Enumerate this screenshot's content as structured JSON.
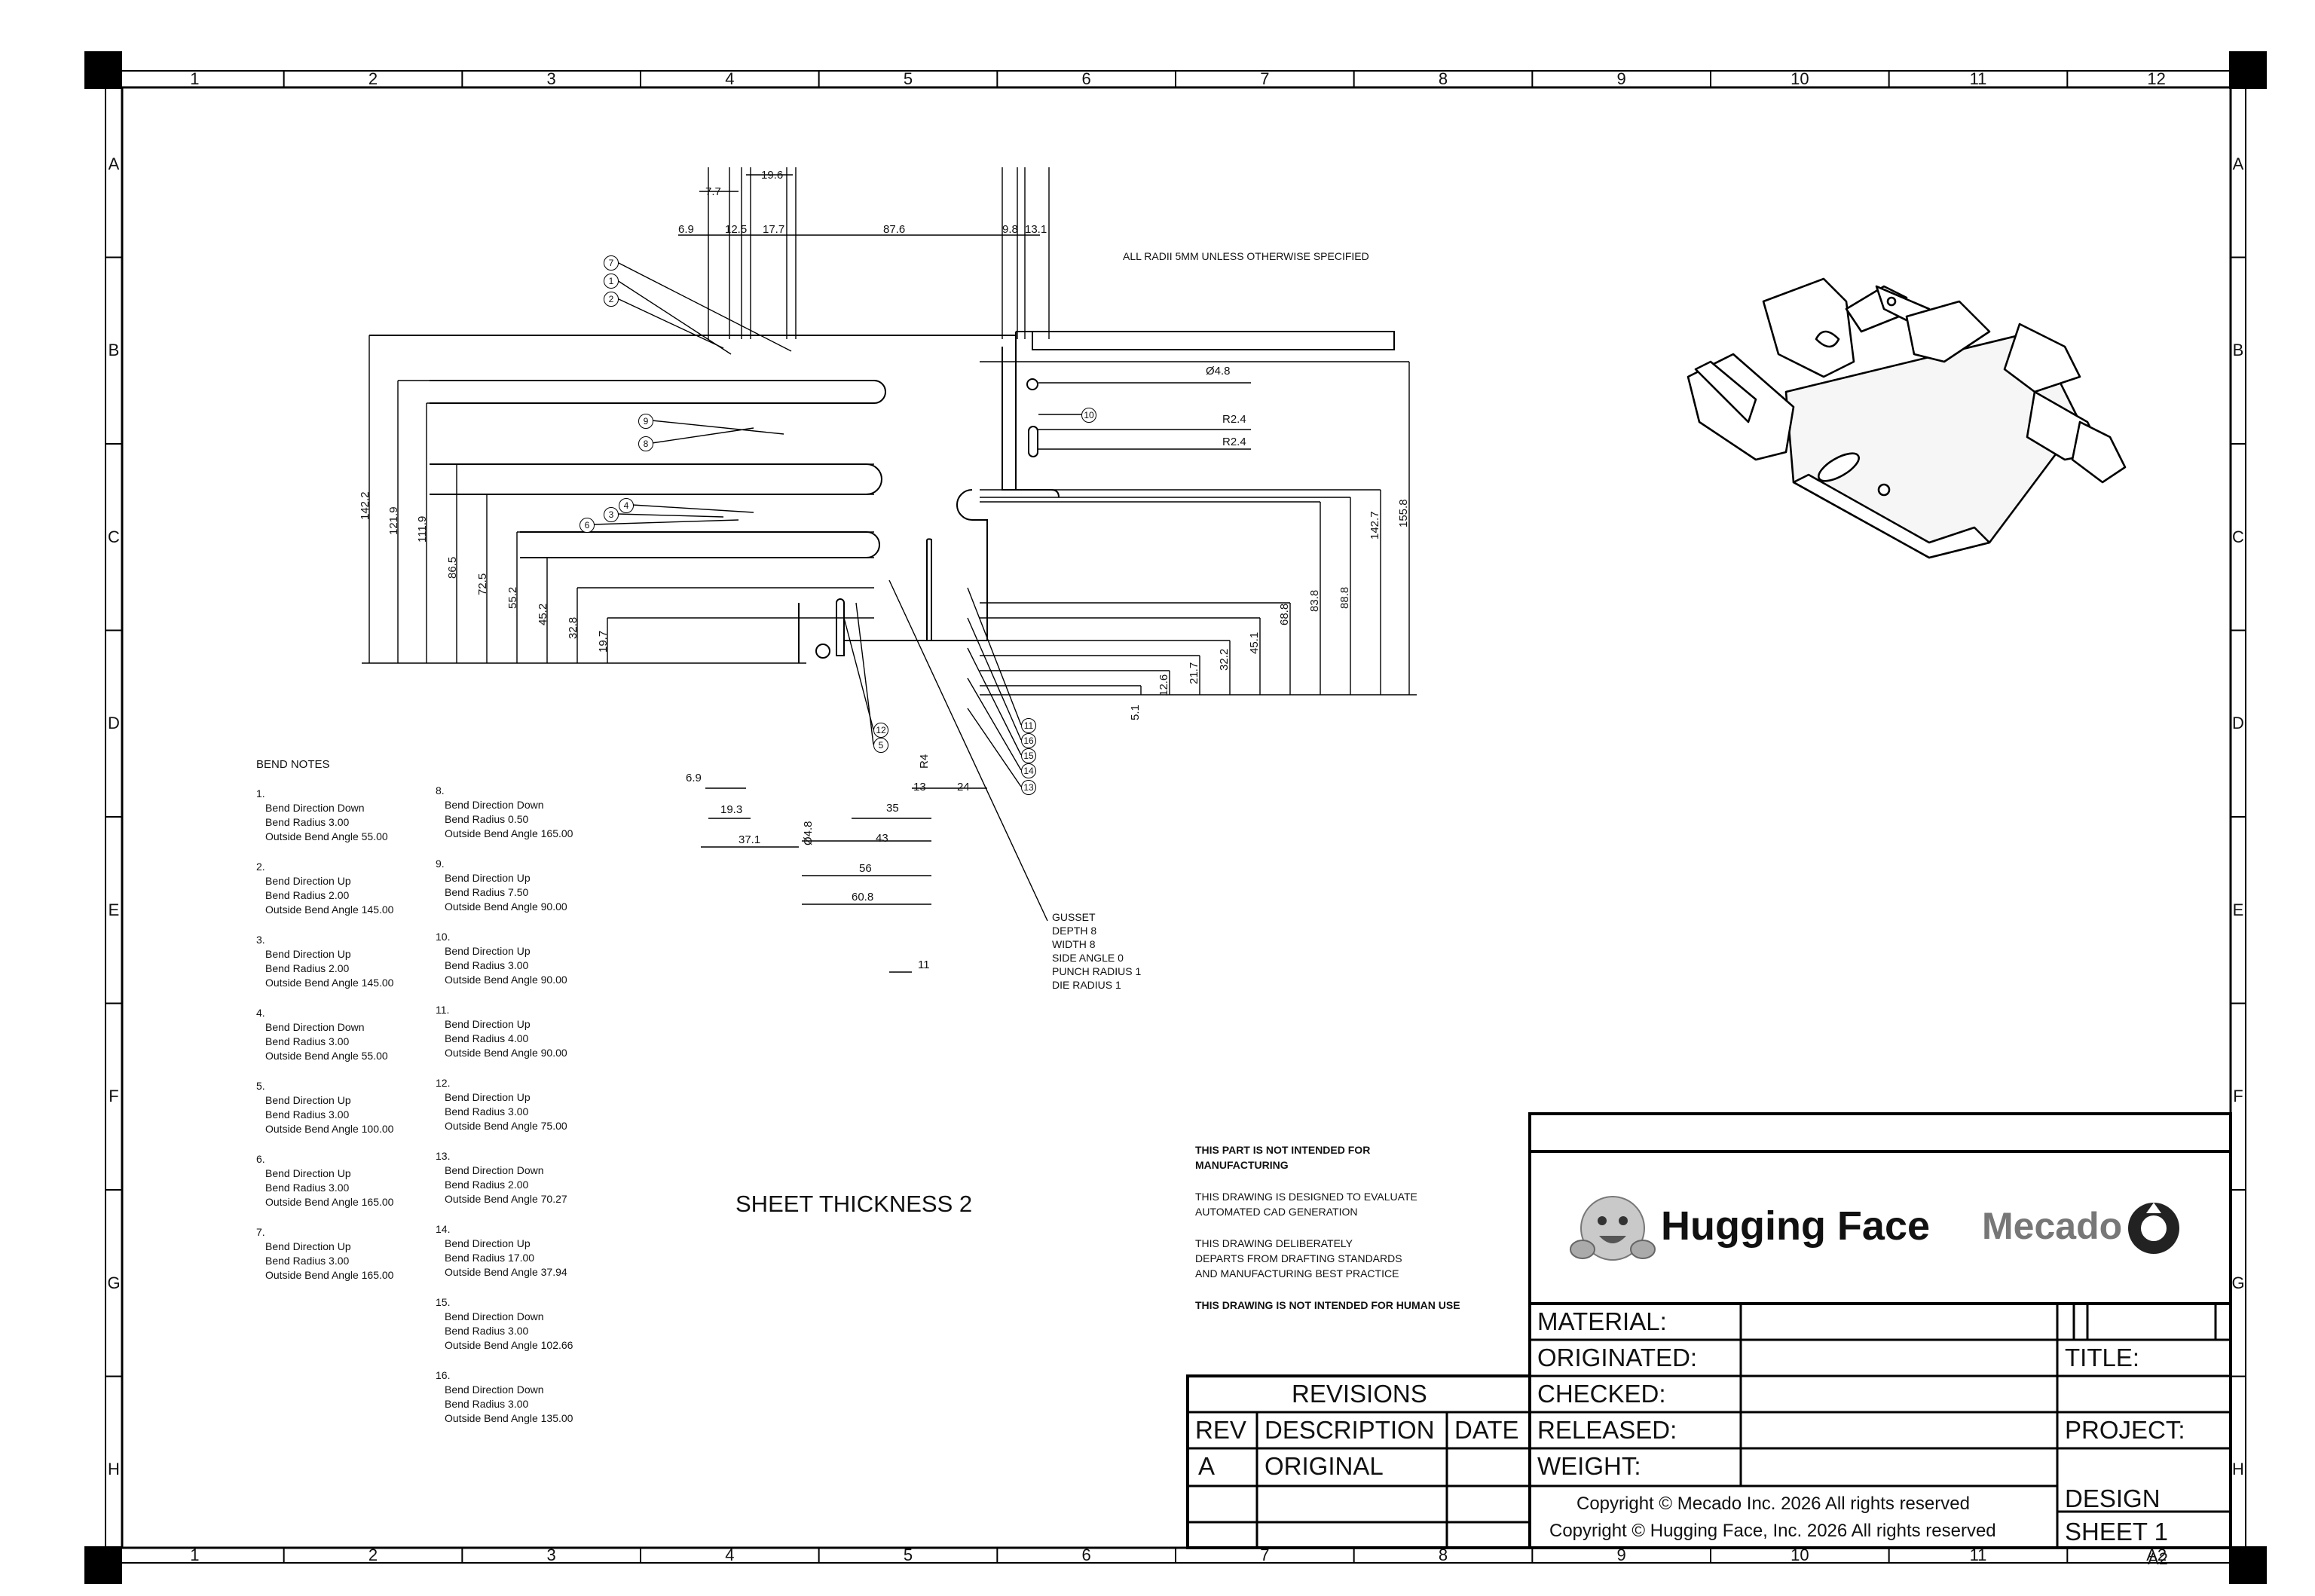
{
  "zones": {
    "columns": [
      "1",
      "2",
      "3",
      "4",
      "5",
      "6",
      "7",
      "8",
      "9",
      "10",
      "11",
      "12"
    ],
    "rows": [
      "A",
      "B",
      "C",
      "D",
      "E",
      "F",
      "G",
      "H"
    ]
  },
  "drawing_note": "ALL RADII 5MM UNLESS OTHERWISE SPECIFIED",
  "dims": {
    "top": [
      "19.6",
      "7.7",
      "6.9",
      "12.5",
      "17.7",
      "87.6",
      "9.8",
      "13.1"
    ],
    "left_vertical": [
      "142.2",
      "121.9",
      "111.9",
      "86.5",
      "72.5",
      "55.2",
      "45.2",
      "32.8",
      "19.7"
    ],
    "right_vertical": [
      "155.8",
      "142.7",
      "88.8",
      "83.8",
      "68.8",
      "45.1",
      "32.2",
      "21.7",
      "12.6",
      "5.1"
    ],
    "holes": [
      "Ø4.8",
      "R2.4",
      "R2.4"
    ],
    "bottom": [
      "6.9",
      "19.3",
      "37.1",
      "Ø4.8",
      "43",
      "35",
      "R4",
      "13",
      "24",
      "56",
      "60.8",
      "11"
    ]
  },
  "callouts": {
    "left": [
      "7",
      "1",
      "2",
      "9",
      "8",
      "4",
      "3",
      "6"
    ],
    "right_bottom": [
      "11",
      "16",
      "15",
      "14",
      "13"
    ],
    "mid_bottom": [
      "12",
      "5"
    ],
    "hole": "10"
  },
  "gusset": [
    "GUSSET",
    "DEPTH 8",
    "WIDTH 8",
    "SIDE ANGLE 0",
    "PUNCH RADIUS 1",
    "DIE RADIUS 1"
  ],
  "bend_notes_title": "BEND NOTES",
  "bend_notes": [
    {
      "n": "1.",
      "dir": "Bend Direction Down",
      "radius": "Bend Radius 3.00",
      "angle": "Outside Bend Angle 55.00"
    },
    {
      "n": "2.",
      "dir": "Bend Direction Up",
      "radius": "Bend Radius 2.00",
      "angle": "Outside Bend Angle 145.00"
    },
    {
      "n": "3.",
      "dir": "Bend Direction Up",
      "radius": "Bend Radius 2.00",
      "angle": "Outside Bend Angle 145.00"
    },
    {
      "n": "4.",
      "dir": "Bend Direction Down",
      "radius": "Bend Radius 3.00",
      "angle": "Outside Bend Angle 55.00"
    },
    {
      "n": "5.",
      "dir": "Bend Direction Up",
      "radius": "Bend Radius 3.00",
      "angle": "Outside Bend Angle 100.00"
    },
    {
      "n": "6.",
      "dir": "Bend Direction Up",
      "radius": "Bend Radius 3.00",
      "angle": "Outside Bend Angle 165.00"
    },
    {
      "n": "7.",
      "dir": "Bend Direction Up",
      "radius": "Bend Radius 3.00",
      "angle": "Outside Bend Angle 165.00"
    },
    {
      "n": "8.",
      "dir": "Bend Direction Down",
      "radius": "Bend Radius 0.50",
      "angle": "Outside Bend Angle 165.00"
    },
    {
      "n": "9.",
      "dir": "Bend Direction Up",
      "radius": "Bend Radius 7.50",
      "angle": "Outside Bend Angle 90.00"
    },
    {
      "n": "10.",
      "dir": "Bend Direction Up",
      "radius": "Bend Radius 3.00",
      "angle": "Outside Bend Angle 90.00"
    },
    {
      "n": "11.",
      "dir": "Bend Direction Up",
      "radius": "Bend Radius 4.00",
      "angle": "Outside Bend Angle 90.00"
    },
    {
      "n": "12.",
      "dir": "Bend Direction Up",
      "radius": "Bend Radius 3.00",
      "angle": "Outside Bend Angle 75.00"
    },
    {
      "n": "13.",
      "dir": "Bend Direction Down",
      "radius": "Bend Radius 2.00",
      "angle": "Outside Bend Angle 70.27"
    },
    {
      "n": "14.",
      "dir": "Bend Direction Up",
      "radius": "Bend Radius 17.00",
      "angle": "Outside Bend Angle 37.94"
    },
    {
      "n": "15.",
      "dir": "Bend Direction Down",
      "radius": "Bend Radius 3.00",
      "angle": "Outside Bend Angle 102.66"
    },
    {
      "n": "16.",
      "dir": "Bend Direction Down",
      "radius": "Bend Radius 3.00",
      "angle": "Outside Bend Angle 135.00"
    }
  ],
  "sheet_thickness": "SHEET THICKNESS 2",
  "disclaimer": {
    "line1a": "THIS PART IS NOT INTENDED FOR",
    "line1b": "MANUFACTURING",
    "line2a": "THIS DRAWING IS DESIGNED TO EVALUATE",
    "line2b": "AUTOMATED CAD GENERATION",
    "line3a": "THIS DRAWING DELIBERATELY",
    "line3b": "DEPARTS FROM DRAFTING STANDARDS",
    "line3c": "AND MANUFACTURING BEST PRACTICE",
    "line4": "THIS DRAWING IS NOT INTENDED FOR HUMAN USE"
  },
  "title_block": {
    "logo_hf": "Hugging Face",
    "logo_mecado": "Mecado",
    "material": "MATERIAL:",
    "originated": "ORIGINATED:",
    "checked": "CHECKED:",
    "released": "RELEASED:",
    "weight": "WEIGHT:",
    "title": "TITLE:",
    "project": "PROJECT:",
    "design": "DESIGN",
    "sheet": "SHEET 1",
    "copyright1": "Copyright © Mecado Inc. 2026 All rights reserved",
    "copyright2": "Copyright © Hugging Face, Inc. 2026 All rights reserved",
    "size": "A2"
  },
  "revisions": {
    "title": "REVISIONS",
    "headers": [
      "REV",
      "DESCRIPTION",
      "DATE"
    ],
    "rows": [
      [
        "A",
        "ORIGINAL",
        ""
      ]
    ]
  }
}
